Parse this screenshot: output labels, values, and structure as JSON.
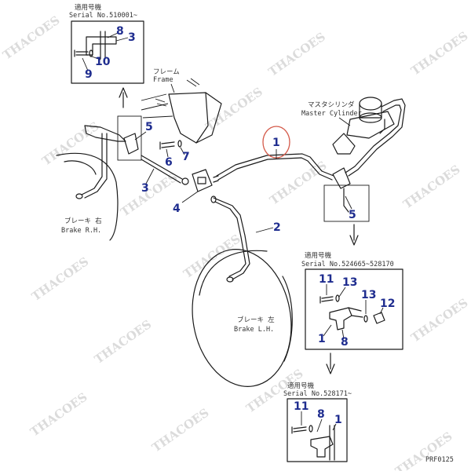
{
  "inset_top": {
    "title": "適用号機",
    "serial": "Serial No.510001~"
  },
  "inset_mid": {
    "title": "適用号機",
    "serial": "Serial No.524665~528170"
  },
  "inset_bot": {
    "title": "適用号機",
    "serial": "Serial No.528171~"
  },
  "labels": {
    "frame_jp": "フレーム",
    "frame_en": "Frame",
    "master_jp": "マスタシリンダ",
    "master_en": "Master Cylinder",
    "brake_rh_jp": "ブレーキ 右",
    "brake_rh_en": "Brake R.H.",
    "brake_lh_jp": "ブレーキ 左",
    "brake_lh_en": "Brake L.H.",
    "drawing_code": "PRF0125"
  },
  "callouts": {
    "top_8": "8",
    "top_3": "3",
    "top_10": "10",
    "top_9": "9",
    "main_5": "5",
    "main_6": "6",
    "main_7": "7",
    "main_3": "3",
    "main_4": "4",
    "main_1": "1",
    "main_2": "2",
    "main_5b": "5",
    "mid_11": "11",
    "mid_13a": "13",
    "mid_13b": "13",
    "mid_12": "12",
    "mid_1": "1",
    "mid_8": "8",
    "bot_11": "11",
    "bot_8": "8",
    "bot_1": "1"
  },
  "watermark": "THACOES"
}
